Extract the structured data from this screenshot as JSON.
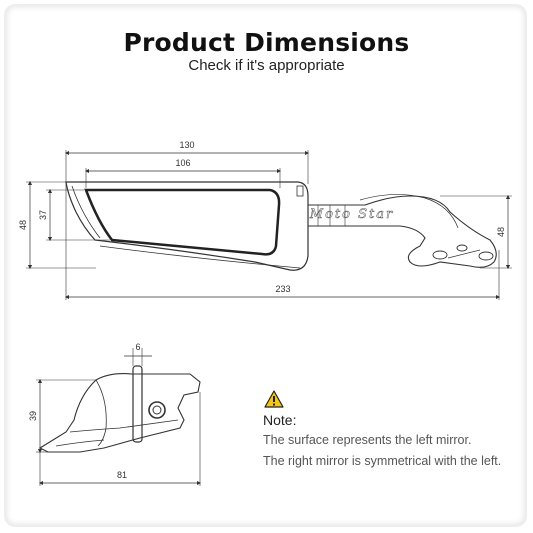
{
  "header": {
    "title": "Product Dimensions",
    "subtitle": "Check if it's appropriate"
  },
  "dimensions": {
    "top_view": {
      "overall_mirror_width": "130",
      "glass_width": "106",
      "overall_height_left": "48",
      "glass_height": "37",
      "overall_height_right": "48",
      "total_length": "233"
    },
    "side_view": {
      "stem_thickness": "6",
      "height": "39",
      "depth": "81"
    }
  },
  "watermark": "Moto Star",
  "note": {
    "icon": "warning-triangle-icon",
    "heading": "Note:",
    "lines": [
      "The surface represents the left mirror.",
      "The right mirror is symmetrical with the left."
    ]
  },
  "colors": {
    "warning_fill": "#f5c518",
    "line": "#333333"
  }
}
